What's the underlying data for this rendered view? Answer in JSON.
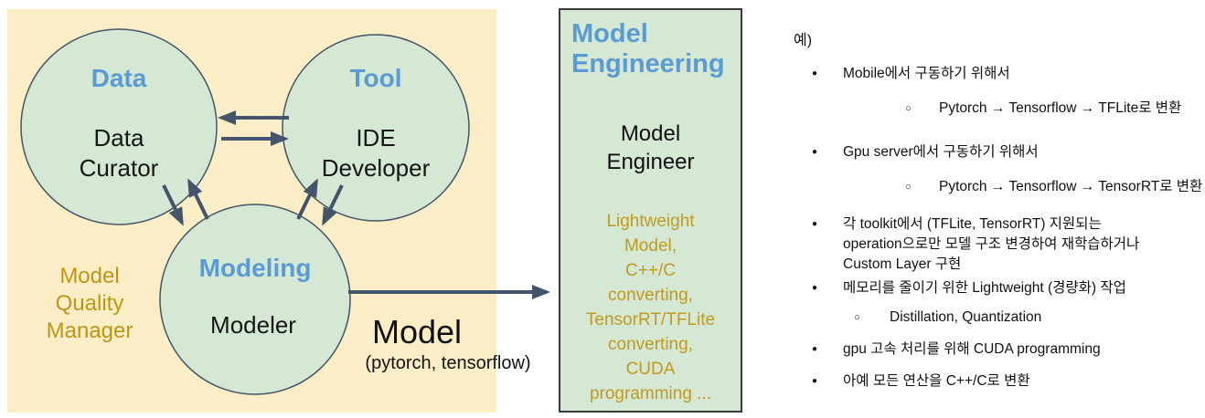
{
  "colors": {
    "panel_yellow": "#FBEEC6",
    "circle_green": "#D5E8D4",
    "accent_blue": "#5B9BD5",
    "gold": "#BF9614",
    "arrow_slate": "#44546A",
    "box_border": "#3B3B3B"
  },
  "diagram": {
    "data_circle": {
      "title": "Data",
      "role_lines": [
        "Data",
        "Curator"
      ]
    },
    "tool_circle": {
      "title": "Tool",
      "role_lines": [
        "IDE",
        "Developer"
      ]
    },
    "modeling_circle": {
      "title": "Modeling",
      "role": "Modeler"
    },
    "quality_manager_lines": [
      "Model",
      "Quality",
      "Manager"
    ],
    "model_label": "Model",
    "model_sublabel": "(pytorch, tensorflow)"
  },
  "engineering_box": {
    "title_lines": [
      "Model",
      "Engineering"
    ],
    "role_lines": [
      "Model",
      "Engineer"
    ],
    "task_lines": [
      "Lightweight",
      "Model,",
      "C++/C",
      "converting,",
      "TensorRT/TFLite",
      "converting,",
      "CUDA",
      "programming ..."
    ]
  },
  "notes": {
    "heading": "예)",
    "items": [
      {
        "bullet": "●",
        "lines": [
          "Mobile에서 구동하기 위해서"
        ]
      },
      {
        "bullet": "○",
        "lines": [
          "Pytorch → Tensorflow → TFLite로 변환"
        ]
      },
      {
        "bullet": "●",
        "lines": [
          "Gpu server에서 구동하기 위해서"
        ]
      },
      {
        "bullet": "○",
        "lines": [
          "Pytorch → Tensorflow → TensorRT로 변환"
        ]
      },
      {
        "bullet": "●",
        "lines": [
          "각 toolkit에서 (TFLite, TensorRT) 지원되는",
          "operation으로만 모델 구조 변경하여 재학습하거나",
          "Custom Layer 구현"
        ]
      },
      {
        "bullet": "●",
        "lines": [
          "메모리를 줄이기 위한 Lightweight (경량화) 작업"
        ]
      },
      {
        "bullet": "○",
        "lines": [
          "Distillation, Quantization"
        ]
      },
      {
        "bullet": "●",
        "lines": [
          "gpu 고속 처리를 위해 CUDA programming"
        ]
      },
      {
        "bullet": "●",
        "lines": [
          "아예 모든 연산을 C++/C로 변환"
        ]
      }
    ]
  }
}
